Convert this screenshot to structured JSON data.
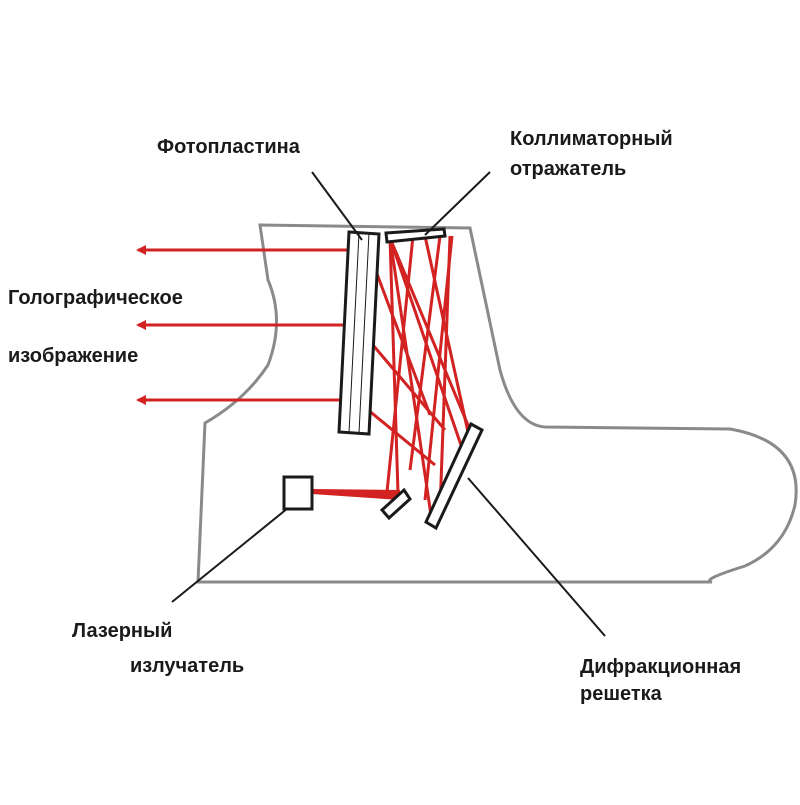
{
  "labels": {
    "photoplate": "Фотопластина",
    "collimator_line1": "Коллиматорный",
    "collimator_line2": "отражатель",
    "hologram_line1": "Голографическое",
    "hologram_line2": "изображение",
    "laser_line1": "Лазерный",
    "laser_line2": "излучатель",
    "grating_line1": "Дифракционная",
    "grating_line2": "решетка"
  },
  "colors": {
    "beam": "#d32222",
    "outline": "#8a8a8a",
    "component": "#1a1a1a",
    "text": "#1a1a1a"
  }
}
